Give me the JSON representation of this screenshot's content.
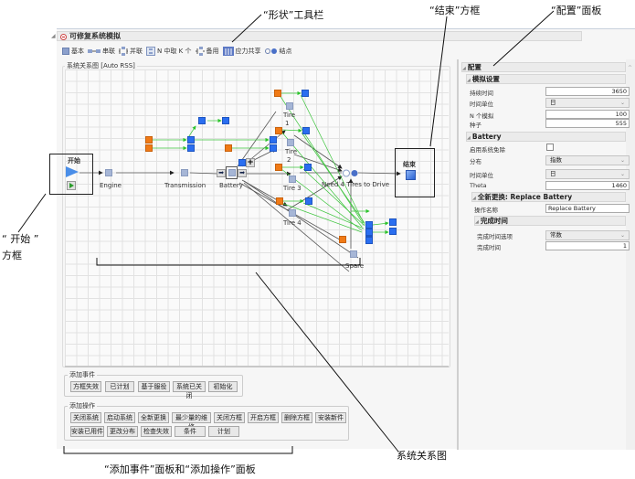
{
  "annotations": {
    "shape_toolbar": "“形状”工具栏",
    "end_box": "“结束”方框",
    "config_panel": "“配置”面板",
    "start_box_line1": "“ 开始 ”",
    "start_box_line2": "方框",
    "system_diagram": "系统关系图",
    "event_action_panels": "“添加事件”面板和“添加操作”面板"
  },
  "window": {
    "title": "可修复系统模拟"
  },
  "toolbar": {
    "items": [
      {
        "icon": "basic-block-icon",
        "label": "基本"
      },
      {
        "icon": "series-icon",
        "label": "串联"
      },
      {
        "icon": "parallel-icon",
        "label": "并联"
      },
      {
        "icon": "k-out-of-n-icon",
        "label": "N 中取 K 个"
      },
      {
        "icon": "standby-icon",
        "label": "备用"
      },
      {
        "icon": "load-sharing-icon",
        "label": "应力共享"
      },
      {
        "icon": "knot-icon",
        "label": "结点"
      }
    ]
  },
  "diagram": {
    "title": "系统关系图 [Auto RSS]",
    "start_label": "开始",
    "end_label": "结束",
    "nodes": {
      "engine": "Engine",
      "transmission": "Transmission",
      "battery": "Battery",
      "tire1_a": "Tire",
      "tire1_b": "1",
      "tire2_a": "Tire",
      "tire2_b": "2",
      "tire3": "Tire 3",
      "tire4": "Tire 4",
      "knot": "Need 4 Tires to Drive",
      "spare": "Spare"
    }
  },
  "add_event": {
    "title": "添加事件",
    "buttons": [
      "方框失效",
      "已计划",
      "基于服役",
      "系统已关闭",
      "初始化"
    ]
  },
  "add_action": {
    "title": "添加操作",
    "row1": [
      "关闭系统",
      "启动系统",
      "全新更换",
      "最少量的维修",
      "关闭方框",
      "开启方框",
      "删除方框",
      "安装新件"
    ],
    "row2": [
      "安装已用件",
      "更改分布",
      "检查失效",
      "条件",
      "计划"
    ]
  },
  "config": {
    "title": "配置",
    "sim_settings": {
      "title": "模拟设置",
      "duration_label": "持续时间",
      "duration_value": "3650",
      "time_unit_label": "时间单位",
      "time_unit_value": "日",
      "n_sims_label": "N 个模拟",
      "n_sims_value": "100",
      "seed_label": "种子",
      "seed_value": "555"
    },
    "battery": {
      "title": "Battery",
      "disable_label": "启用系统免除",
      "distribution_label": "分布",
      "distribution_value": "指数",
      "time_unit_label": "时间单位",
      "time_unit_value": "日",
      "theta_label": "Theta",
      "theta_value": "1460"
    },
    "replace": {
      "title": "全新更换: Replace Battery",
      "action_name_label": "操作名称",
      "action_name_value": "Replace Battery"
    },
    "completion": {
      "title": "完成时间",
      "option_label": "完成时间选项",
      "option_value": "常数",
      "time_label": "完成时间",
      "time_value": "1"
    }
  }
}
